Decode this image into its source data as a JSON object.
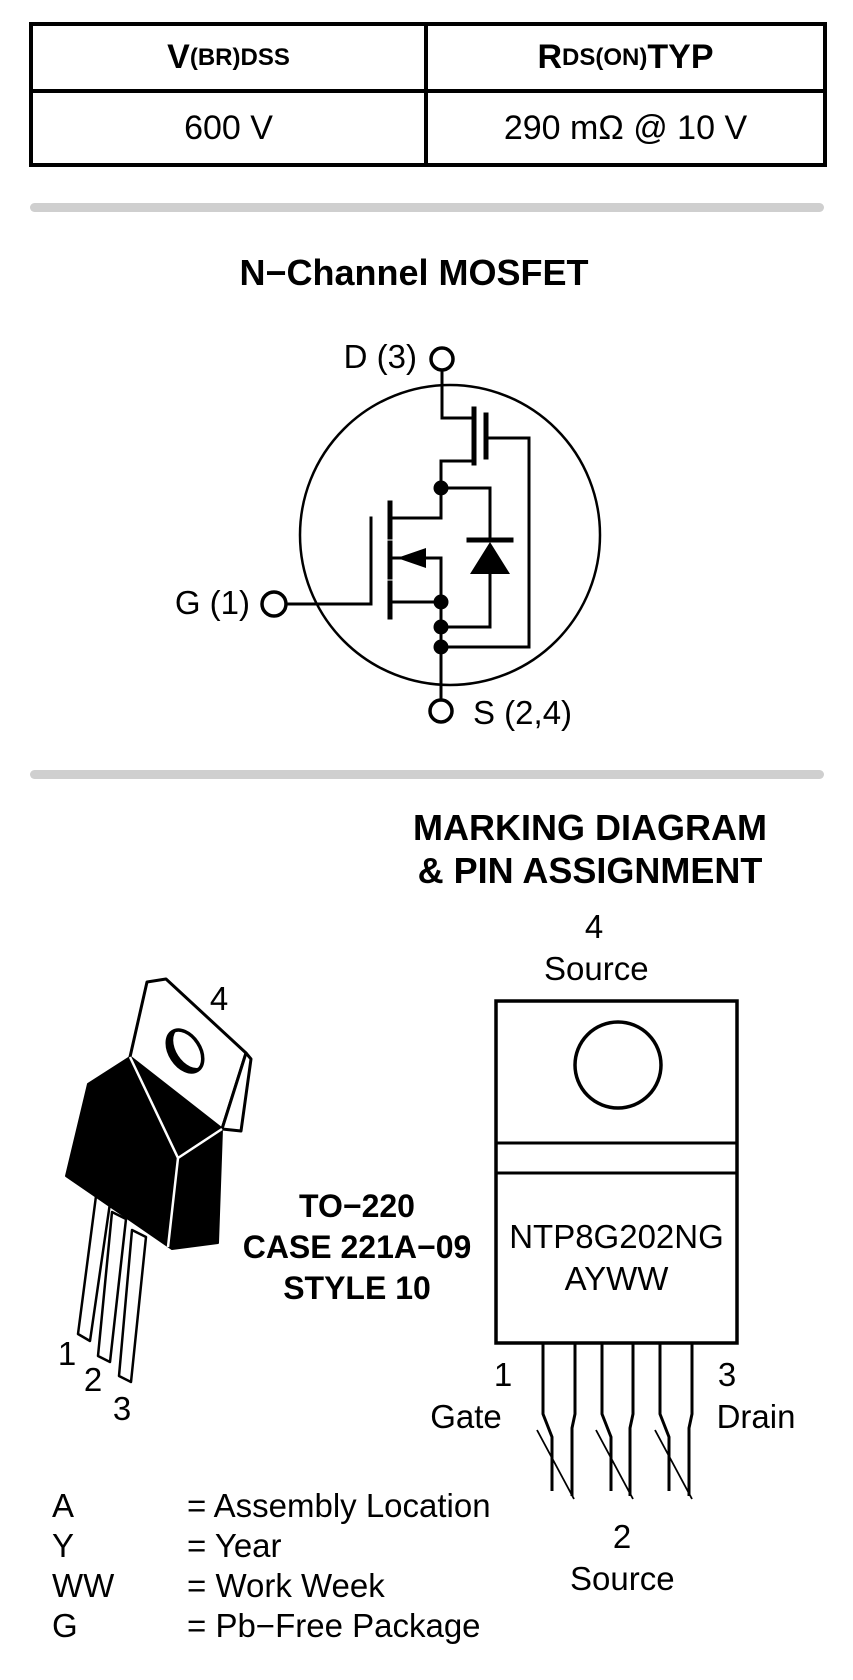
{
  "colors": {
    "ink": "#000000",
    "paper": "#ffffff",
    "divider": "#cfcfcf"
  },
  "spec_table": {
    "columns": [
      {
        "header": {
          "main": "V",
          "sub": "(BR)DSS",
          "suffix": ""
        },
        "value": "600 V"
      },
      {
        "header": {
          "main": "R",
          "sub": "DS(ON)",
          "suffix": " TYP"
        },
        "value": "290 mΩ @ 10 V"
      }
    ]
  },
  "schematic": {
    "title": "N−Channel MOSFET",
    "terminals": {
      "drain": "D (3)",
      "gate": "G (1)",
      "source": "S (2,4)"
    }
  },
  "marking": {
    "title_line1": "MARKING DIAGRAM",
    "title_line2": "& PIN ASSIGNMENT",
    "package_3d": {
      "tab_pin": "4",
      "lead_pin_1": "1",
      "lead_pin_2": "2",
      "lead_pin_3": "3"
    },
    "case_info": {
      "line1": "TO−220",
      "line2": "CASE 221A−09",
      "line3": "STYLE 10"
    },
    "front_view": {
      "top_pin_number": "4",
      "top_pin_name": "Source",
      "marking_line1": "NTP8G202NG",
      "marking_line2": "AYWW",
      "left_pin_number": "1",
      "left_pin_name": "Gate",
      "right_pin_number": "3",
      "right_pin_name": "Drain",
      "bottom_pin_number": "2",
      "bottom_pin_name": "Source"
    },
    "legend": [
      {
        "symbol": "A",
        "meaning": "= Assembly Location"
      },
      {
        "symbol": "Y",
        "meaning": "= Year"
      },
      {
        "symbol": "WW",
        "meaning": "= Work Week"
      },
      {
        "symbol": "G",
        "meaning": "= Pb−Free Package"
      }
    ]
  }
}
